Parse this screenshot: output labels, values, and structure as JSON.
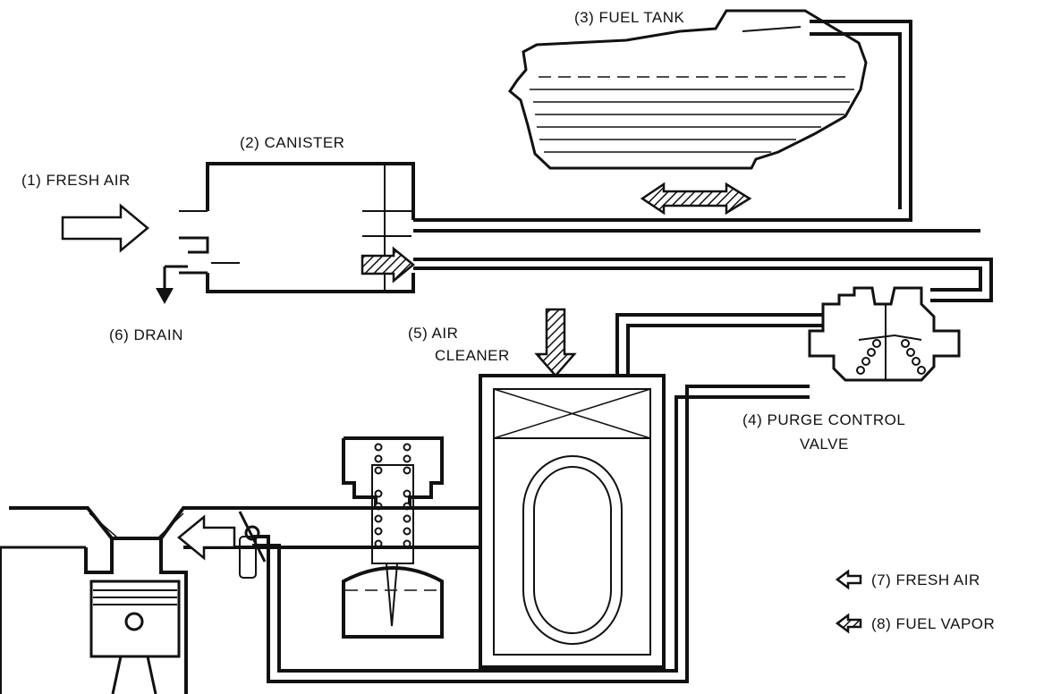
{
  "labels": {
    "fresh_air_1": "(1) FRESH AIR",
    "canister": "(2) CANISTER",
    "fuel_tank": "(3) FUEL TANK",
    "purge_valve_line1": "(4) PURGE CONTROL",
    "purge_valve_line2": "VALVE",
    "air_cleaner_line1": "(5) AIR",
    "air_cleaner_line2": "CLEANER",
    "drain": "(6) DRAIN"
  },
  "legend": {
    "fresh_air": "(7) FRESH AIR",
    "fuel_vapor": "(8) FUEL VAPOR"
  }
}
